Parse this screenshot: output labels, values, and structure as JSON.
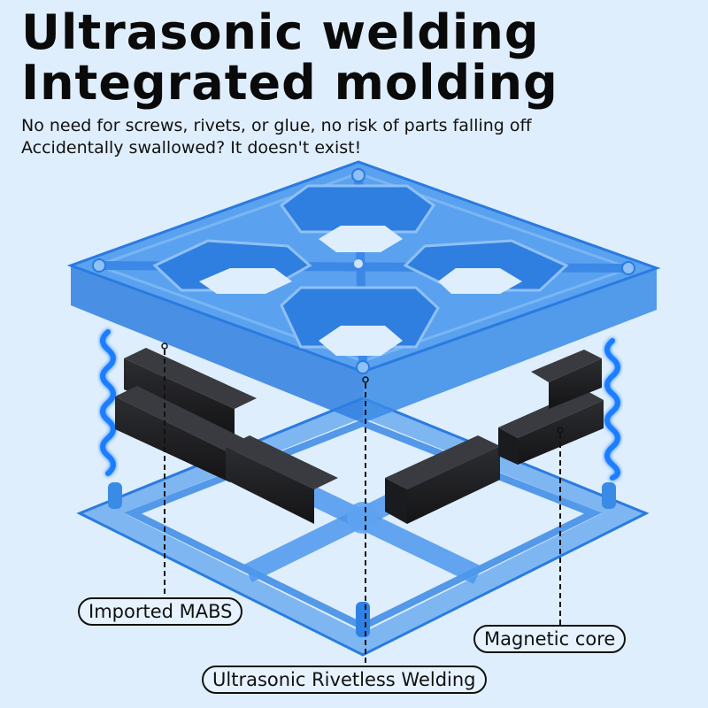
{
  "headline": {
    "line1": "Ultrasonic welding",
    "line2": "Integrated molding"
  },
  "subtitle": {
    "line1": "No need for screws, rivets, or glue, no risk of parts falling off",
    "line2": "Accidentally swallowed? It doesn't exist!"
  },
  "callouts": {
    "material": "Imported MABS",
    "magnet": "Magnetic core",
    "welding": "Ultrasonic Rivetless Welding"
  },
  "colors": {
    "background": "#dfeefc",
    "frame_blue": "#3d8ee8",
    "frame_dark": "#1f6fd6",
    "magnet": "#1e1f22",
    "wave": "#1a7dff"
  }
}
